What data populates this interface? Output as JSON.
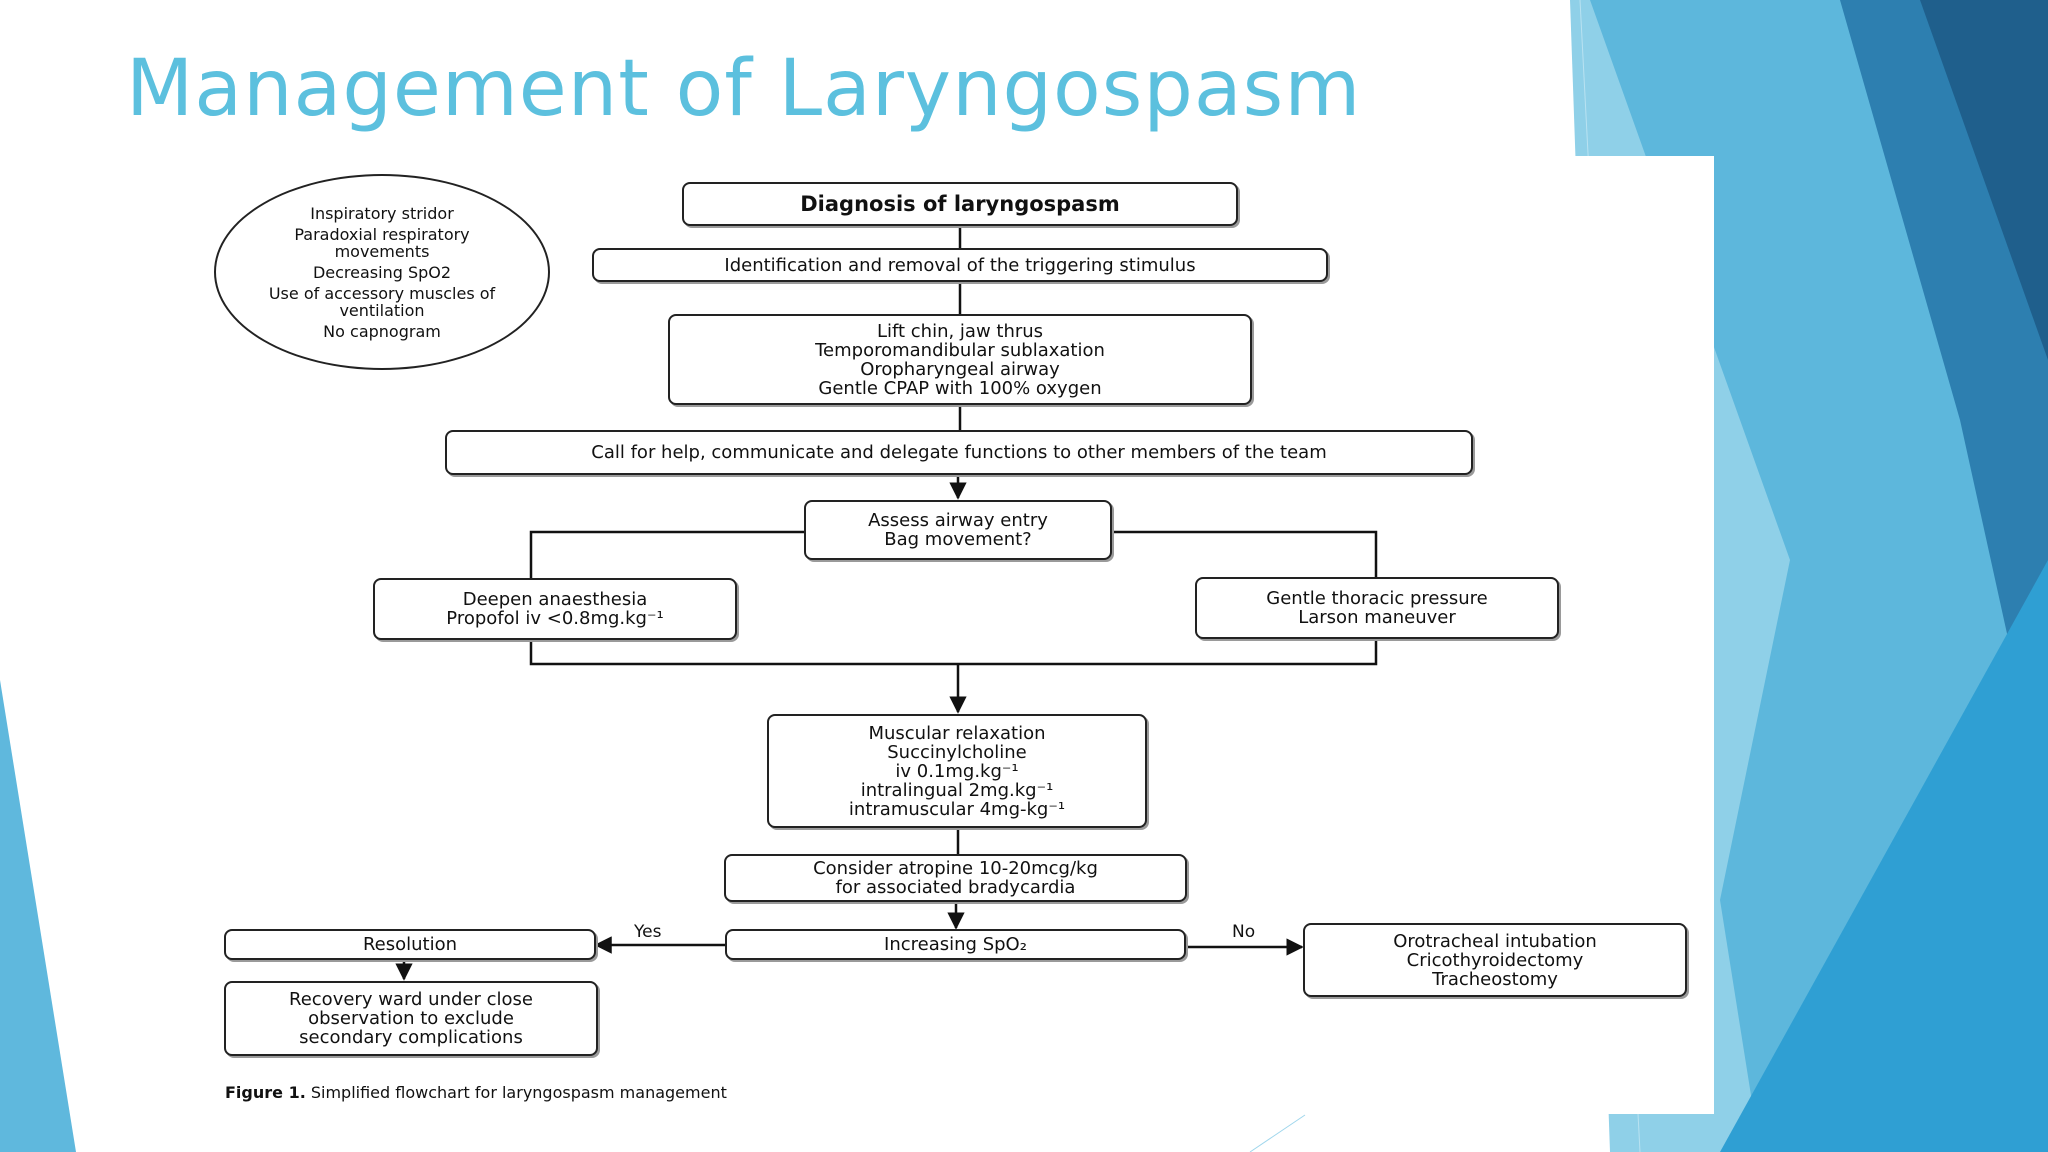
{
  "slide": {
    "title": "Management of Laryngospasm"
  },
  "flowchart": {
    "signs": [
      "Inspiratory stridor",
      "Paradoxial respiratory",
      "movements",
      "Decreasing SpO2",
      "Use of accessory muscles of",
      "ventilation",
      "No capnogram"
    ],
    "diagnosis": "Diagnosis of laryngospasm",
    "identification": "Identification and removal of the triggering stimulus",
    "airway_maneuvers": [
      "Lift chin, jaw thrus",
      "Temporomandibular sublaxation",
      "Oropharyngeal airway",
      "Gentle CPAP with 100% oxygen"
    ],
    "call_for_help": "Call for help, communicate and delegate functions to other members of the team",
    "assess": [
      "Assess airway entry",
      "Bag movement?"
    ],
    "deepen": [
      "Deepen anaesthesia",
      "Propofol iv <0.8mg.kg⁻¹"
    ],
    "thoracic": [
      "Gentle thoracic pressure",
      "Larson maneuver"
    ],
    "relaxation": [
      "Muscular relaxation",
      "Succinylcholine",
      "iv 0.1mg.kg⁻¹",
      "intralingual 2mg.kg⁻¹",
      "intramuscular 4mg-kg⁻¹"
    ],
    "atropine": [
      "Consider atropine 10-20mcg/kg",
      "for associated bradycardia"
    ],
    "increasing": "Increasing SpO₂",
    "yes_label": "Yes",
    "no_label": "No",
    "resolution": "Resolution",
    "recovery": [
      "Recovery ward under close",
      "observation to exclude",
      "secondary complications"
    ],
    "intubation": [
      "Orotracheal intubation",
      "Cricothyroidectomy",
      "Tracheostomy"
    ]
  },
  "caption": {
    "label": "Figure 1.",
    "text": " Simplified flowchart for laryngospasm management"
  },
  "colors": {
    "title": "#5cc0de",
    "accent_light": "#7fcbe6",
    "accent_mid": "#3aa6d4",
    "accent_dark": "#1f6f9e"
  }
}
